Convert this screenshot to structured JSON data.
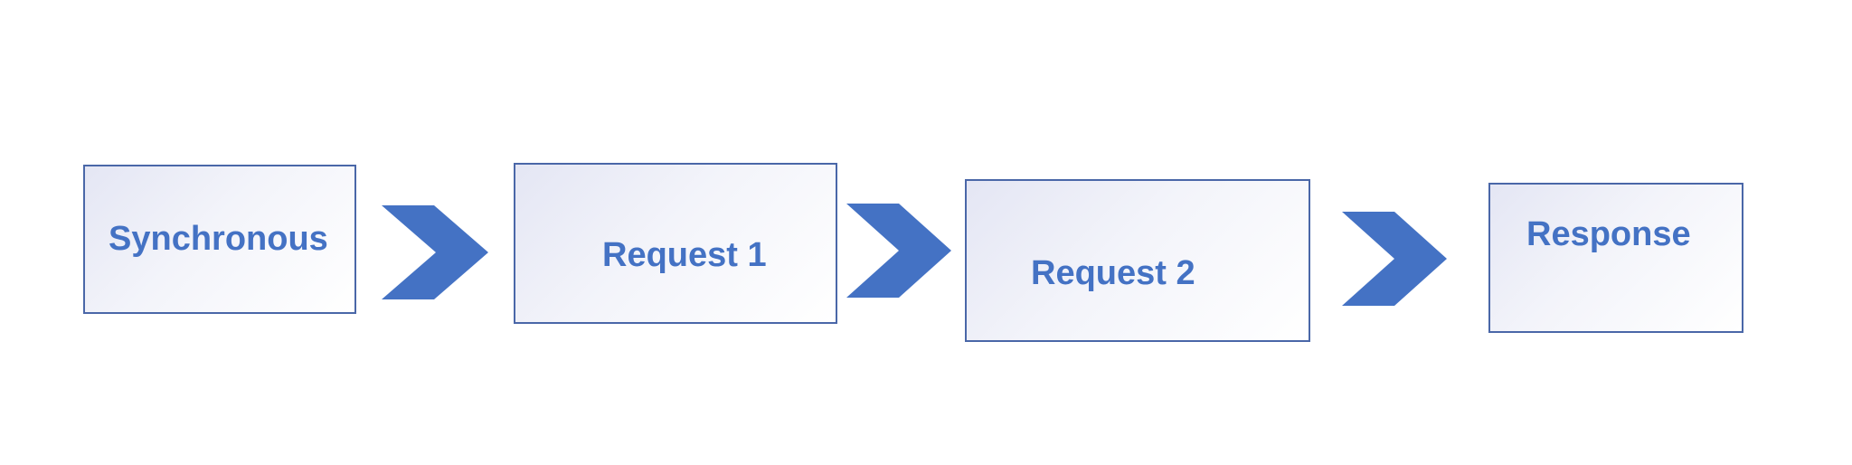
{
  "flow": {
    "steps": [
      {
        "label": "Synchronous"
      },
      {
        "label": "Request 1"
      },
      {
        "label": "Request 2"
      },
      {
        "label": "Response"
      }
    ]
  },
  "colors": {
    "box_border": "#4a67a8",
    "text": "#4472c4",
    "chevron": "#4472c4"
  },
  "icons": [
    "chevron-right-icon",
    "chevron-right-icon",
    "chevron-right-icon"
  ]
}
